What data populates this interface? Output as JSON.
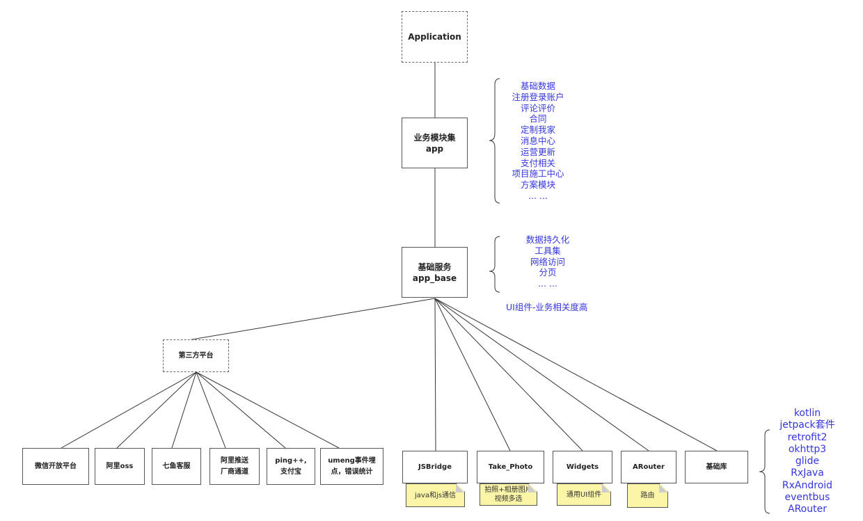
{
  "nodes": {
    "application": "Application",
    "app": "业务模块集\napp",
    "app_base": "基础服务\napp_base",
    "third_party": "第三方平台",
    "third_party_children": [
      "微信开放平台",
      "阿里oss",
      "七鱼客服",
      "阿里推送\n厂商通道",
      "ping++,\n支付宝",
      "umeng事件埋\n点，错误统计"
    ],
    "base_children": [
      "JSBridge",
      "Take_Photo",
      "Widgets",
      "ARouter",
      "基础库"
    ]
  },
  "notes": [
    "java和js通信",
    "拍照+相册图片\n视频多选",
    "通用UI组件",
    "路由"
  ],
  "app_modules": [
    "基础数据",
    "注册登录账户",
    "评论评价",
    "合同",
    "定制我家",
    "消息中心",
    "运营更新",
    "支付相关",
    "项目施工中心",
    "方案模块",
    "... ..."
  ],
  "base_services": [
    "数据持久化",
    "工具集",
    "网络访问",
    "分页",
    "... ..."
  ],
  "ui_note": "UI组件-业务相关度高",
  "libraries": [
    "kotlin",
    "jetpack套件",
    "retrofit2",
    "okhttp3",
    "glide",
    "RxJava",
    "RxAndroid",
    "eventbus",
    "ARouter"
  ],
  "colors": {
    "annotation_text": "#3535e0",
    "note_fill": "#fbf5a8"
  }
}
